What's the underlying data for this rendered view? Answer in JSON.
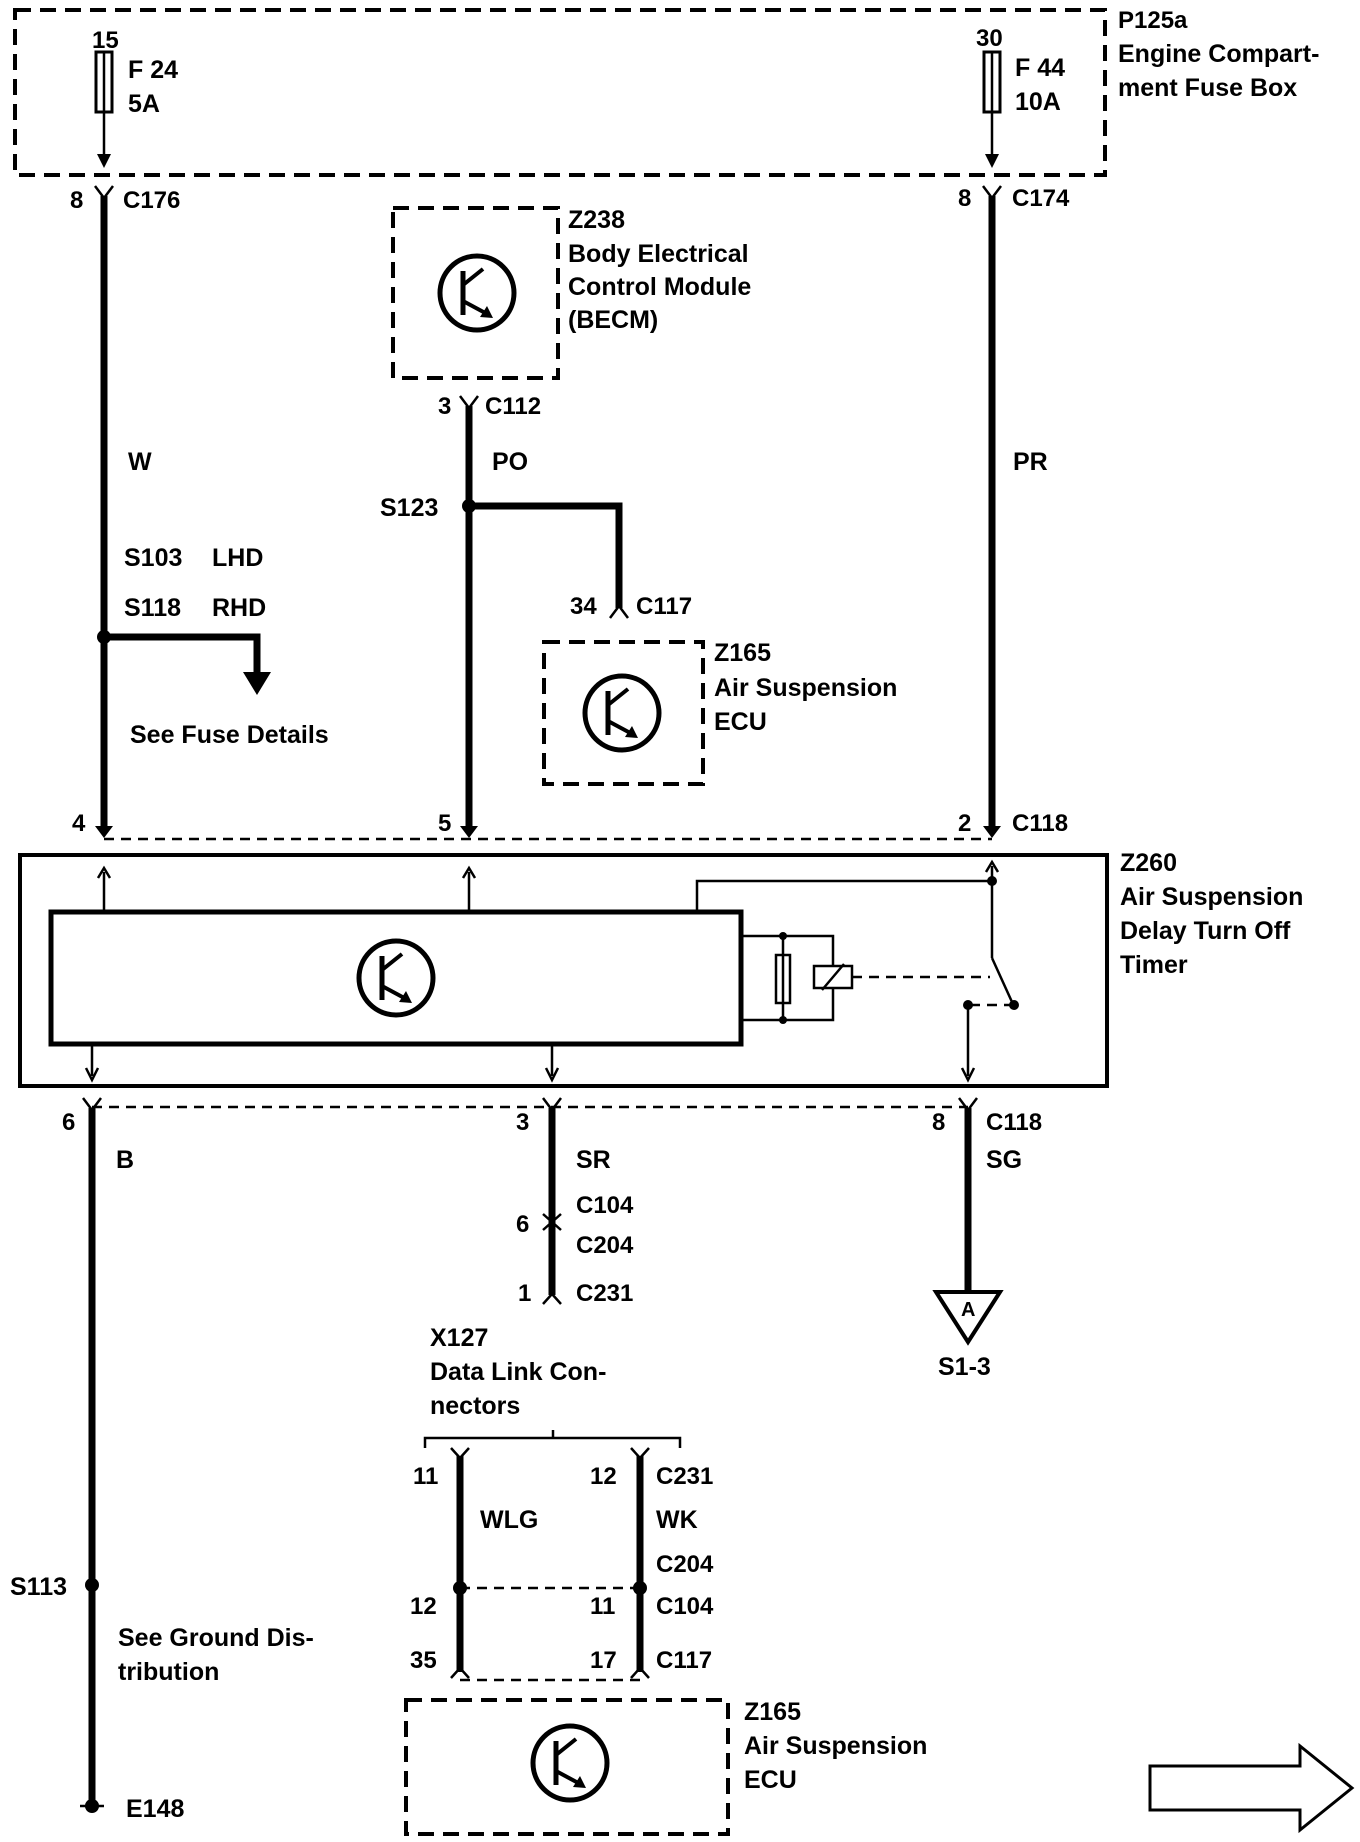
{
  "fuse_box": {
    "id": "P125a",
    "name_line1": "Engine Compart-",
    "name_line2": "ment Fuse Box",
    "fuse_left": {
      "terminal": "15",
      "label": "F 24",
      "rating": "5A"
    },
    "fuse_right": {
      "terminal": "30",
      "label": "F 44",
      "rating": "10A"
    }
  },
  "connectors": {
    "left_top": {
      "pin": "8",
      "name": "C176"
    },
    "right_top": {
      "pin": "8",
      "name": "C174"
    },
    "becm_out": {
      "pin": "3",
      "name": "C112"
    },
    "ecu_in": {
      "pin": "34",
      "name": "C117"
    },
    "timer_in_left": {
      "pin": "4"
    },
    "timer_in_mid": {
      "pin": "5"
    },
    "timer_in_right": {
      "pin": "2",
      "name": "C118"
    },
    "timer_out_left": {
      "pin": "6"
    },
    "timer_out_mid": {
      "pin": "3"
    },
    "timer_out_right": {
      "pin": "8",
      "name": "C118"
    },
    "sr_c104": {
      "pin": "6",
      "name": "C104"
    },
    "sr_c204": {
      "name": "C204"
    },
    "sr_c231": {
      "pin": "1",
      "name": "C231"
    }
  },
  "becm": {
    "id": "Z238",
    "line1": "Body Electrical",
    "line2": "Control Module",
    "line3": "(BECM)"
  },
  "ecu_top": {
    "id": "Z165",
    "line1": "Air Suspension",
    "line2": "ECU"
  },
  "ecu_bottom": {
    "id": "Z165",
    "line1": "Air Suspension",
    "line2": "ECU"
  },
  "timer": {
    "id": "Z260",
    "line1": "Air Suspension",
    "line2": "Delay Turn Off",
    "line3": "Timer"
  },
  "wires": {
    "left_top": "W",
    "mid_top": "PO",
    "right_top": "PR",
    "left_bottom": "B",
    "mid_bottom": "SR",
    "right_bottom": "SG",
    "dlc_left": "WLG",
    "dlc_right": "WK"
  },
  "splices": {
    "s103": "S103",
    "lhd": "LHD",
    "s118": "S118",
    "rhd": "RHD",
    "s123": "S123",
    "s113": "S113"
  },
  "notes": {
    "see_fuse": "See Fuse Details",
    "see_ground_line1": "See Ground Dis-",
    "see_ground_line2": "tribution",
    "ground": "E148",
    "offpage_letter": "A",
    "offpage_ref": "S1-3"
  },
  "dlc": {
    "id": "X127",
    "line1": "Data Link Con-",
    "line2": "nectors",
    "pin_left_top": "11",
    "pin_right_top": "12",
    "c231": "C231",
    "c204": "C204",
    "pin_left_mid": "12",
    "pin_right_mid": "11",
    "c104": "C104",
    "pin_left_bottom": "35",
    "pin_right_bottom": "17",
    "c117": "C117"
  }
}
